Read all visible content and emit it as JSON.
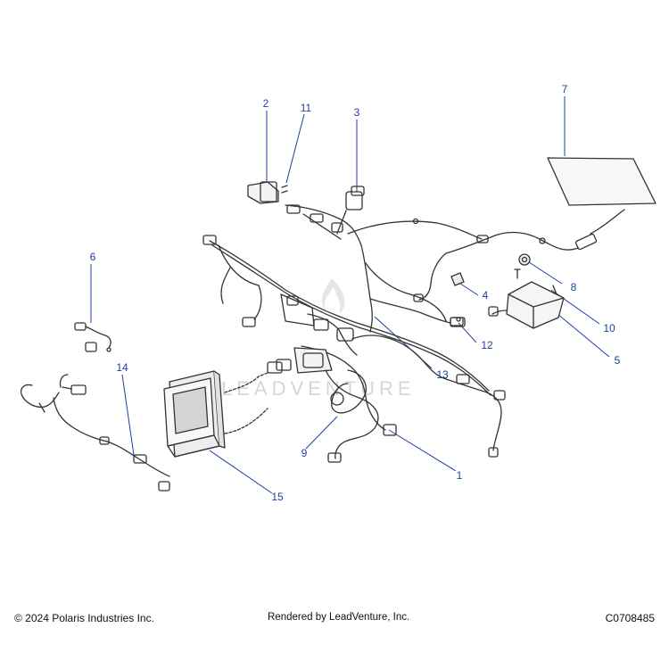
{
  "callouts": [
    "1",
    "2",
    "3",
    "4",
    "5",
    "6",
    "7",
    "8",
    "9",
    "10",
    "11",
    "12",
    "13",
    "14",
    "15"
  ],
  "watermark": "LEADVENTURE",
  "footer": {
    "copyright": "© 2024 Polaris Industries Inc.",
    "rendered_by": "Rendered by LeadVenture, Inc.",
    "catalog_id": "C0708485"
  },
  "colors": {
    "callout": "#1d3fa6",
    "line_art": "#333333",
    "watermark": "#d6d6d6"
  }
}
